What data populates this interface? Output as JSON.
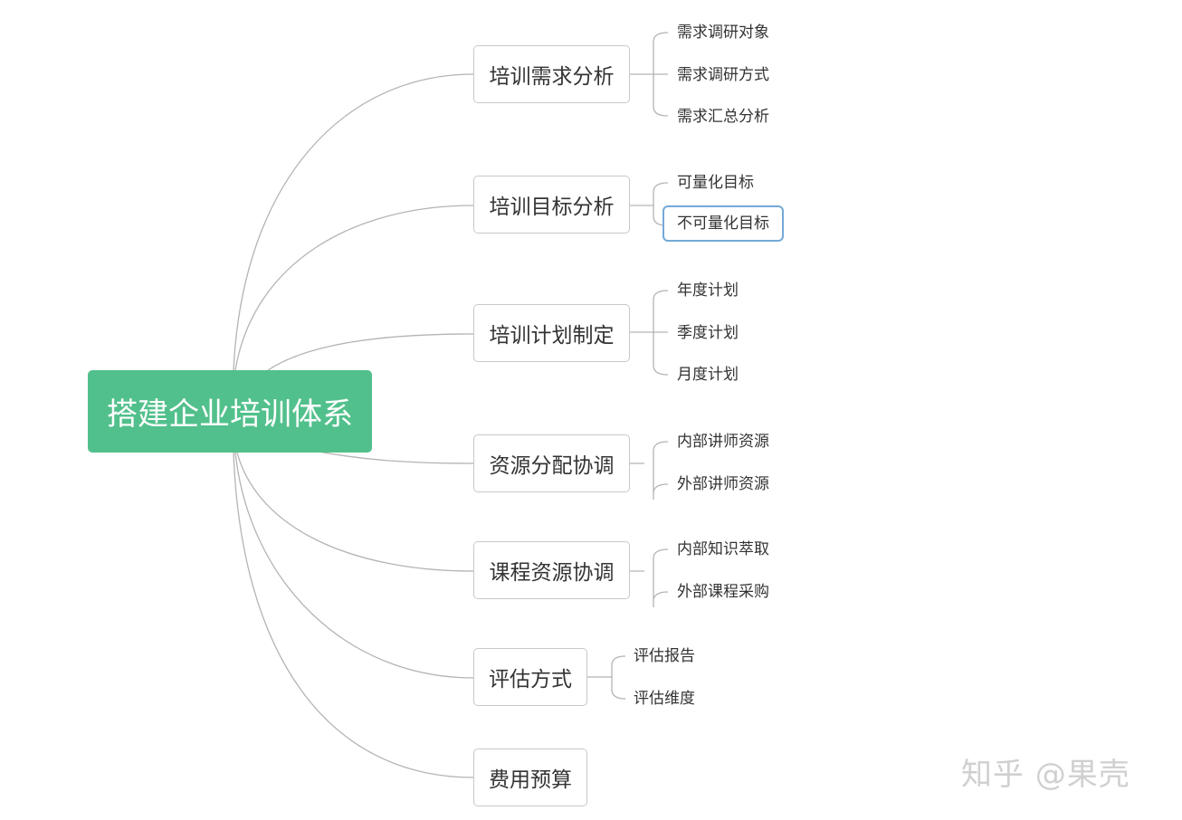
{
  "root": {
    "label": "搭建企业培训体系"
  },
  "branches": [
    {
      "label": "培训需求分析",
      "children": [
        "需求调研对象",
        "需求调研方式",
        "需求汇总分析"
      ]
    },
    {
      "label": "培训目标分析",
      "children": [
        "可量化目标",
        "不可量化目标"
      ]
    },
    {
      "label": "培训计划制定",
      "children": [
        "年度计划",
        "季度计划",
        "月度计划"
      ]
    },
    {
      "label": "资源分配协调",
      "children": [
        "内部讲师资源",
        "外部讲师资源"
      ]
    },
    {
      "label": "课程资源协调",
      "children": [
        "内部知识萃取",
        "外部课程采购"
      ]
    },
    {
      "label": "评估方式",
      "children": [
        "评估报告",
        "评估维度"
      ]
    },
    {
      "label": "费用预算",
      "children": []
    }
  ],
  "watermark": {
    "text": "知乎 @果壳"
  },
  "colors": {
    "root_fill": "#52c08c",
    "line": "#b4b4b4",
    "selected_border": "#74a9d8"
  }
}
